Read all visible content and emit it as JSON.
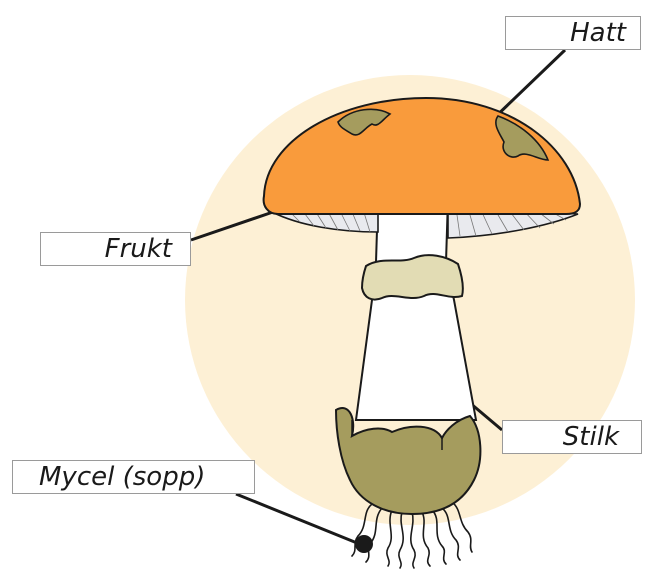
{
  "labels": {
    "hatt": "Hatt",
    "frukt": "Frukt",
    "stilk": "Stilk",
    "mycel": "Mycel (sopp)"
  },
  "colors": {
    "background_circle": "#fdf0d5",
    "cap": "#f99b3c",
    "cap_patches": "#a59c5e",
    "gills": "#e9eaee",
    "stem": "#ffffff",
    "ring": "#e2dcb4",
    "volva": "#a59c5e",
    "outline": "#1a1a1a"
  }
}
